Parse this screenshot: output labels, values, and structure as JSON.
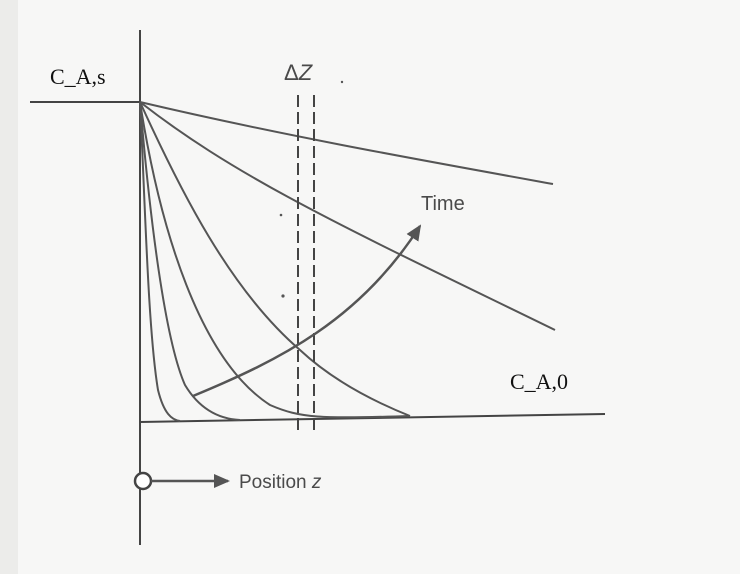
{
  "labels": {
    "surface_concentration": "C_A,s",
    "initial_concentration": "C_A,0",
    "delta_z_symbol": "Δ",
    "delta_z_var": "Z",
    "time": "Time",
    "position_text": "Position ",
    "position_var": "z"
  },
  "colors": {
    "curve": "#555555",
    "axis": "#444444",
    "text_dark": "#111111",
    "text_grey": "#4a4a4a",
    "background": "#f7f7f6"
  },
  "profile_count": 6,
  "time_direction": "increasing"
}
